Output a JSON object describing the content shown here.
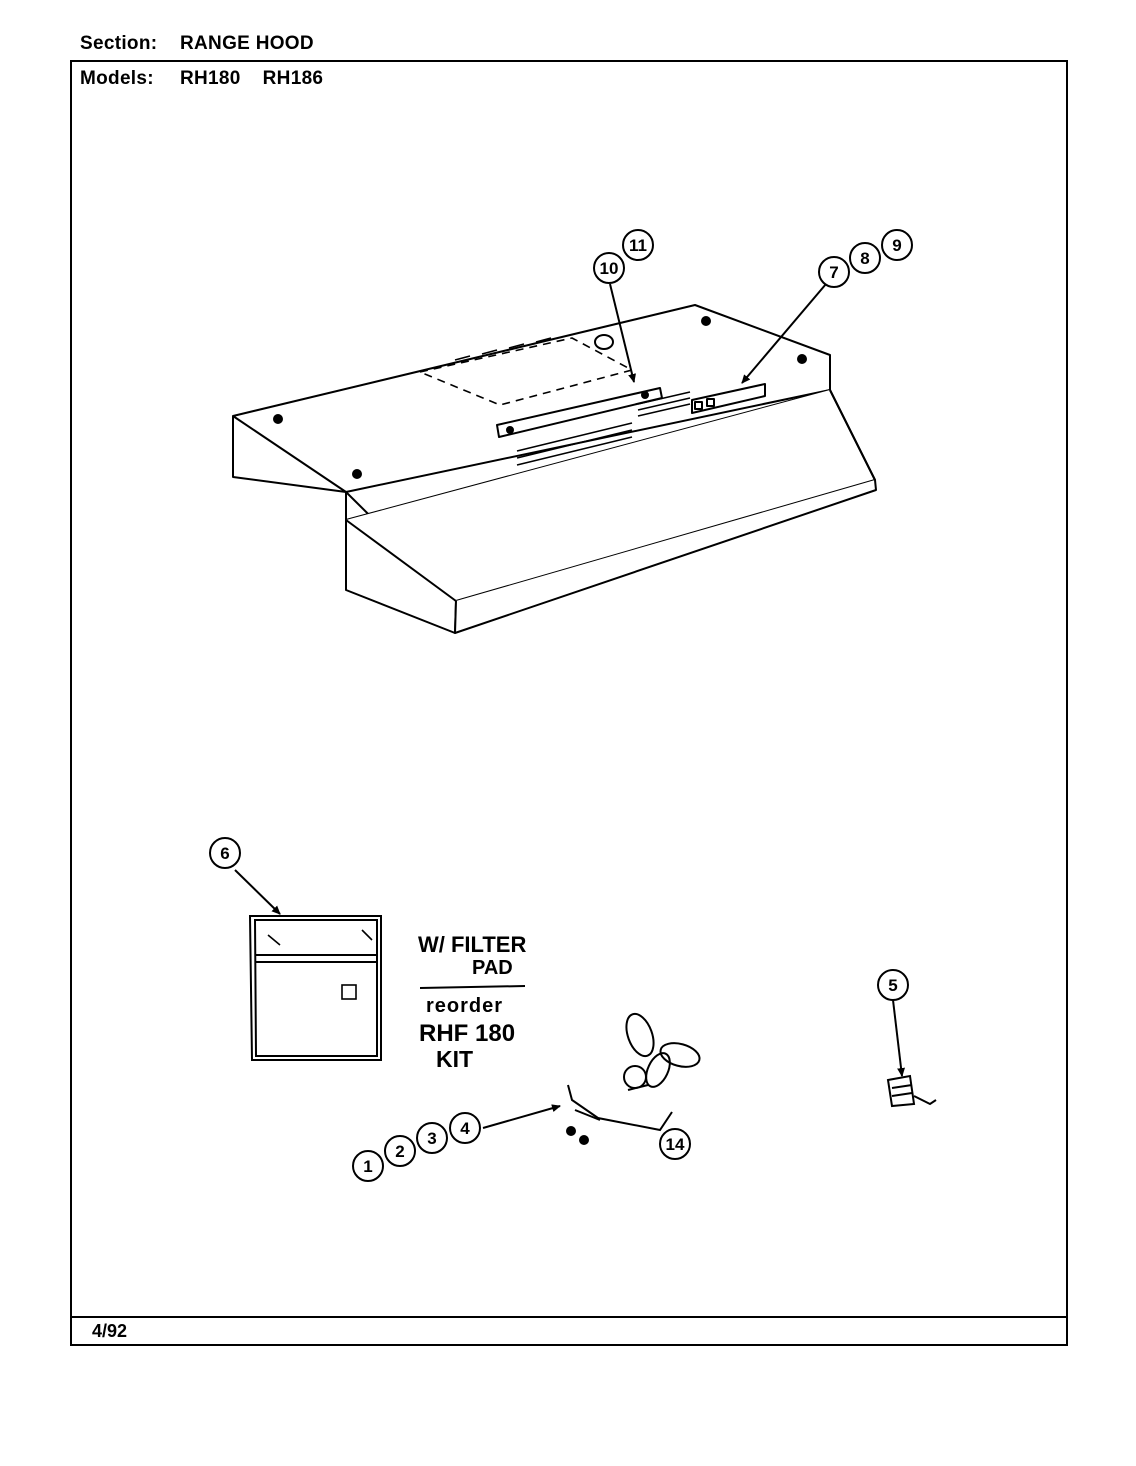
{
  "header": {
    "section_label": "Section:",
    "section_value": "RANGE HOOD",
    "models_label": "Models:",
    "models": [
      "RH180",
      "RH186"
    ]
  },
  "footer": {
    "date": "4/92"
  },
  "callouts": [
    "1",
    "2",
    "3",
    "4",
    "5",
    "6",
    "7",
    "8",
    "9",
    "10",
    "11",
    "14"
  ],
  "filter_note": {
    "line1": "W/ FILTER",
    "line2": "PAD",
    "line3": "reorder",
    "line4": "RHF 180",
    "line5": "KIT"
  }
}
